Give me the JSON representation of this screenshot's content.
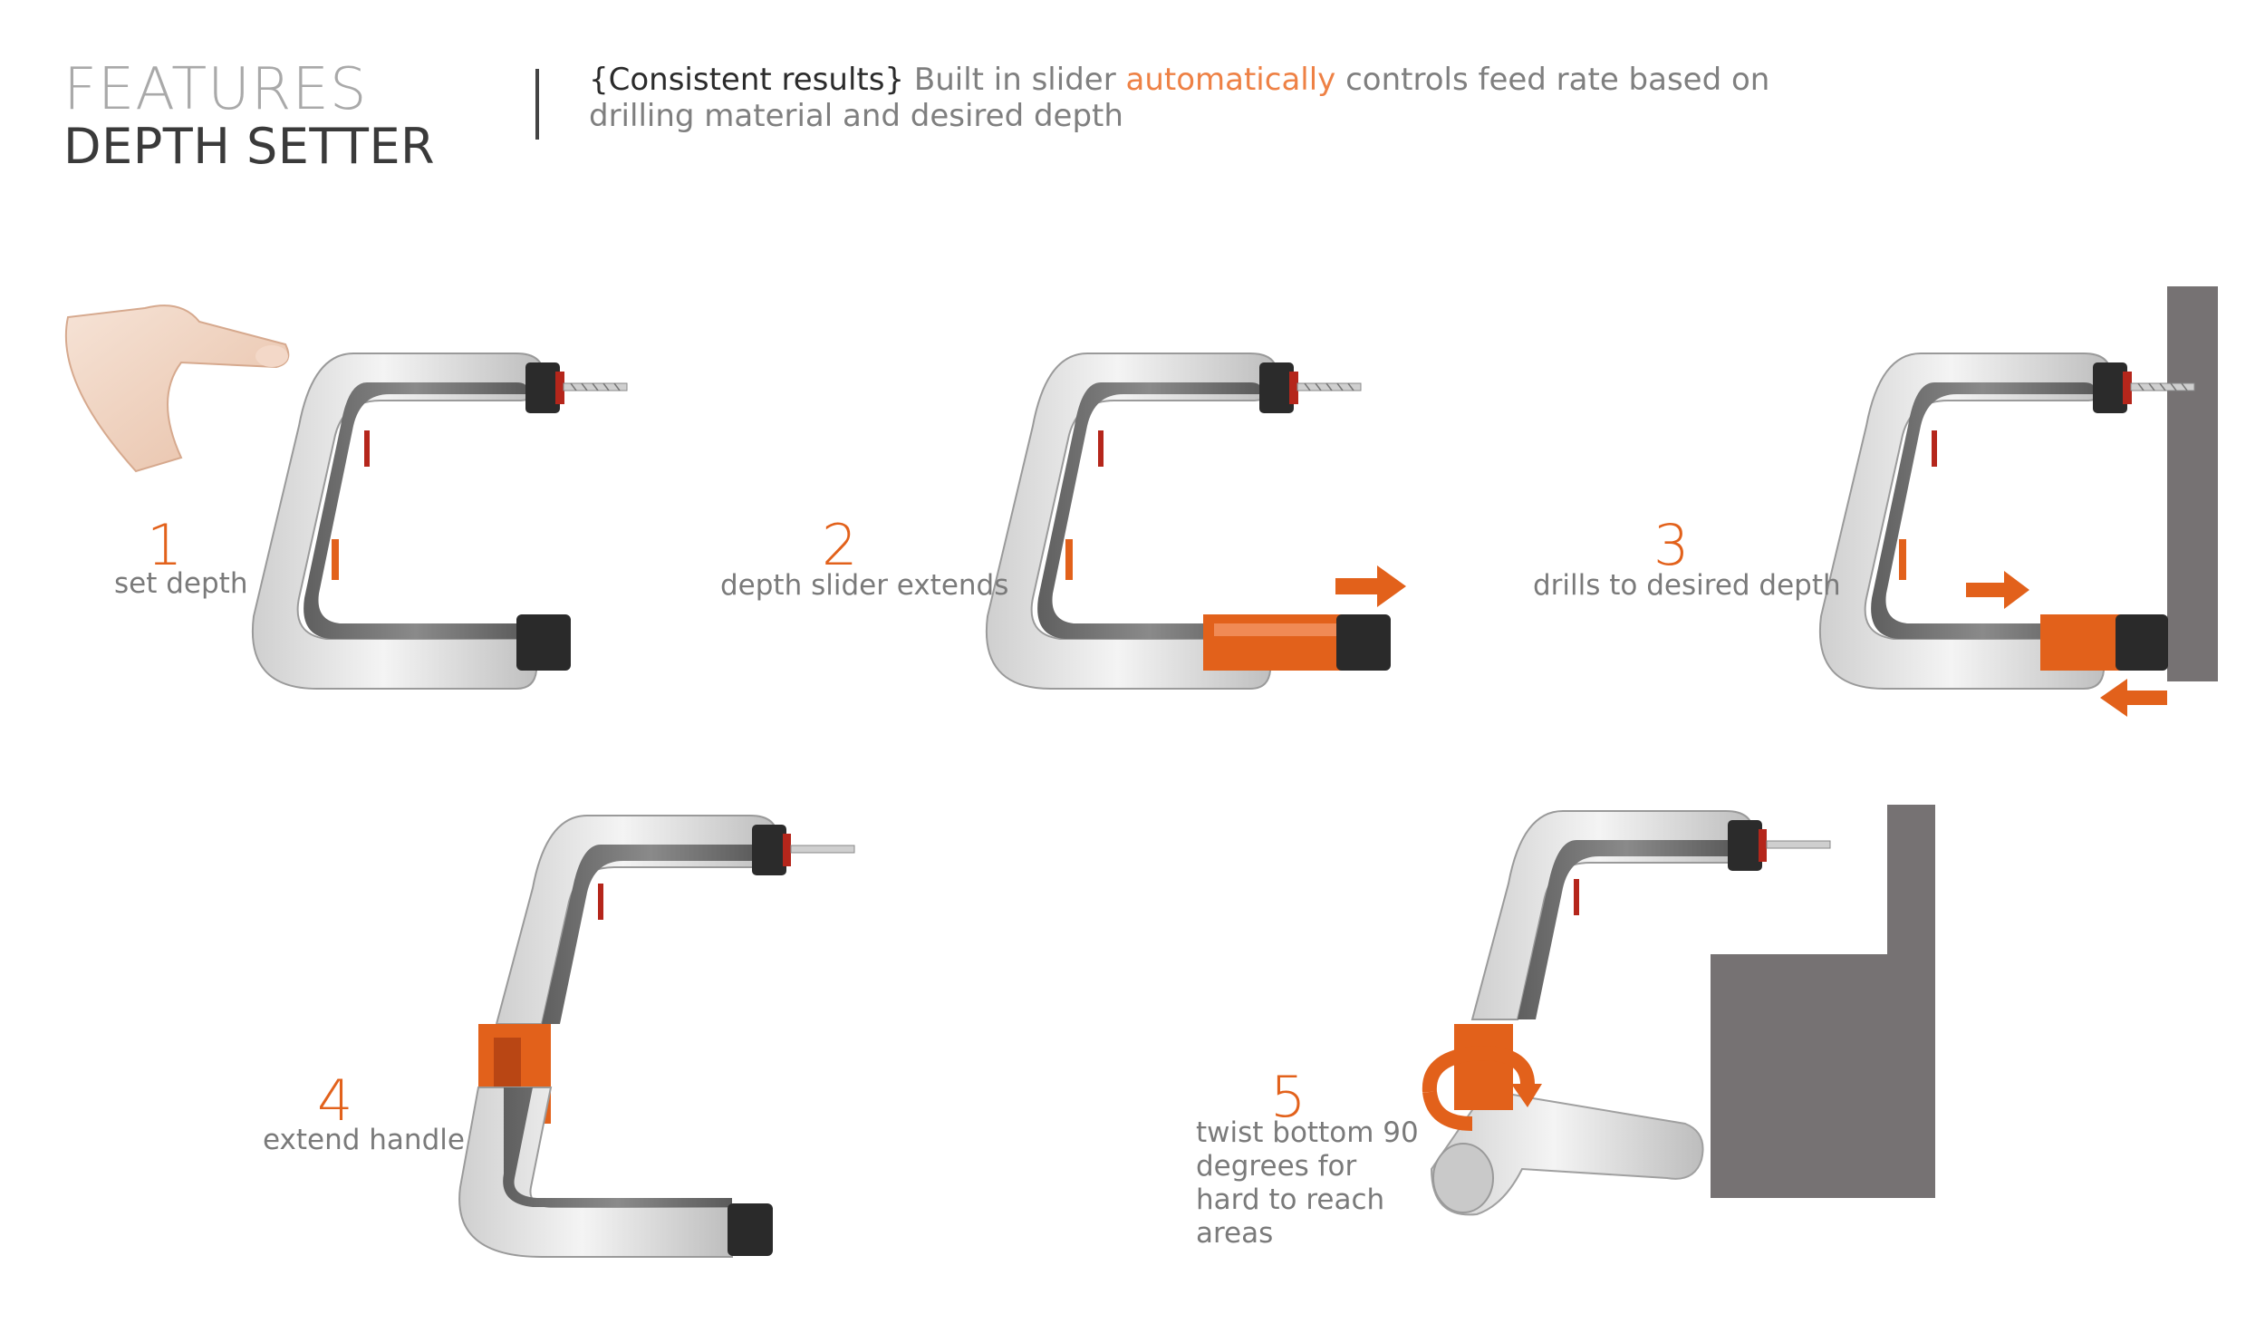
{
  "header": {
    "kicker": "FEATURES",
    "title": "DEPTH SETTER",
    "description_lead": "{Consistent results}",
    "description_pre": " Built in slider ",
    "description_accent": "automatically",
    "description_post": " controls feed rate based on drilling material and desired depth"
  },
  "steps": [
    {
      "number": "1",
      "caption": "set depth"
    },
    {
      "number": "2",
      "caption": "depth slider extends"
    },
    {
      "number": "3",
      "caption": "drills to desired depth"
    },
    {
      "number": "4",
      "caption": "extend handle"
    },
    {
      "number": "5",
      "caption": "twist bottom 90 degrees for hard to reach areas"
    }
  ],
  "colors": {
    "accent": "#e2611b",
    "accent_light": "#ee8145",
    "wall": "#767273",
    "body_light": "#e6e6e6",
    "body_dark": "#6f6f6f"
  }
}
